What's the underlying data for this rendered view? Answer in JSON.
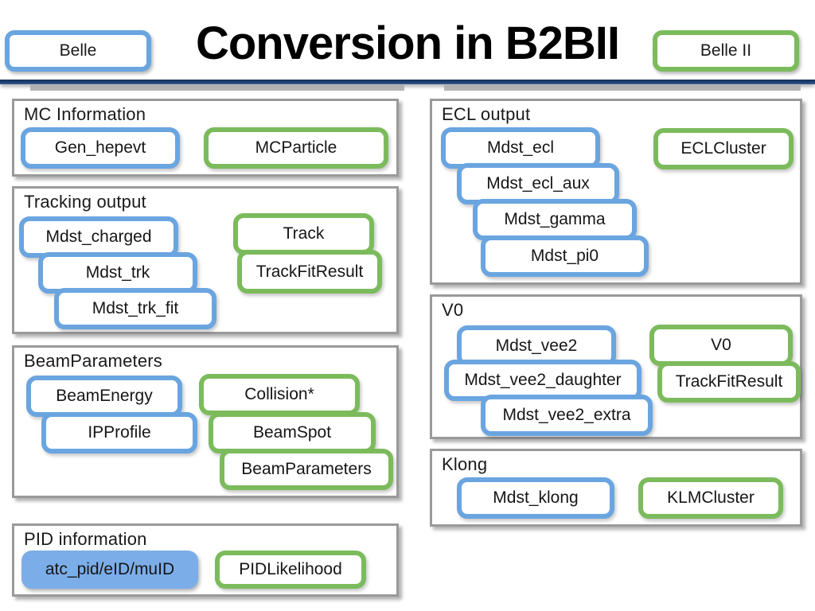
{
  "header": {
    "title": "Conversion in B2BII",
    "legend_left": "Belle",
    "legend_right": "Belle II",
    "legend_left_color": "#6aa5e0",
    "legend_right_color": "#7cbb5c"
  },
  "colors": {
    "belle_blue": "#6aa5e0",
    "belle2_green": "#7cbb5c",
    "blue_fill": "#7bade8",
    "panel_border": "#9a9a9a",
    "divider_navy": "#1f3f72"
  },
  "panels": [
    {
      "id": "mc-information",
      "title": "MC Information",
      "belle": [
        "Gen_hepevt"
      ],
      "belle2": [
        "MCParticle"
      ]
    },
    {
      "id": "tracking-output",
      "title": "Tracking output",
      "belle": [
        "Mdst_charged",
        "Mdst_trk",
        "Mdst_trk_fit"
      ],
      "belle2": [
        "Track",
        "TrackFitResult"
      ]
    },
    {
      "id": "beamparameters",
      "title": "BeamParameters",
      "belle": [
        "BeamEnergy",
        "IPProfile"
      ],
      "belle2": [
        "Collision*",
        "BeamSpot",
        "BeamParameters"
      ]
    },
    {
      "id": "pid-information",
      "title": "PID information",
      "belle": [
        "atc_pid/eID/muID"
      ],
      "belle2": [
        "PIDLikelihood"
      ]
    },
    {
      "id": "ecl-output",
      "title": "ECL output",
      "belle": [
        "Mdst_ecl",
        "Mdst_ecl_aux",
        "Mdst_gamma",
        "Mdst_pi0"
      ],
      "belle2": [
        "ECLCluster"
      ]
    },
    {
      "id": "v0",
      "title": "V0",
      "belle": [
        "Mdst_vee2",
        "Mdst_vee2_daughter",
        "Mdst_vee2_extra"
      ],
      "belle2": [
        "V0",
        "TrackFitResult"
      ]
    },
    {
      "id": "klong",
      "title": "Klong",
      "belle": [
        "Mdst_klong"
      ],
      "belle2": [
        "KLMCluster"
      ]
    }
  ]
}
